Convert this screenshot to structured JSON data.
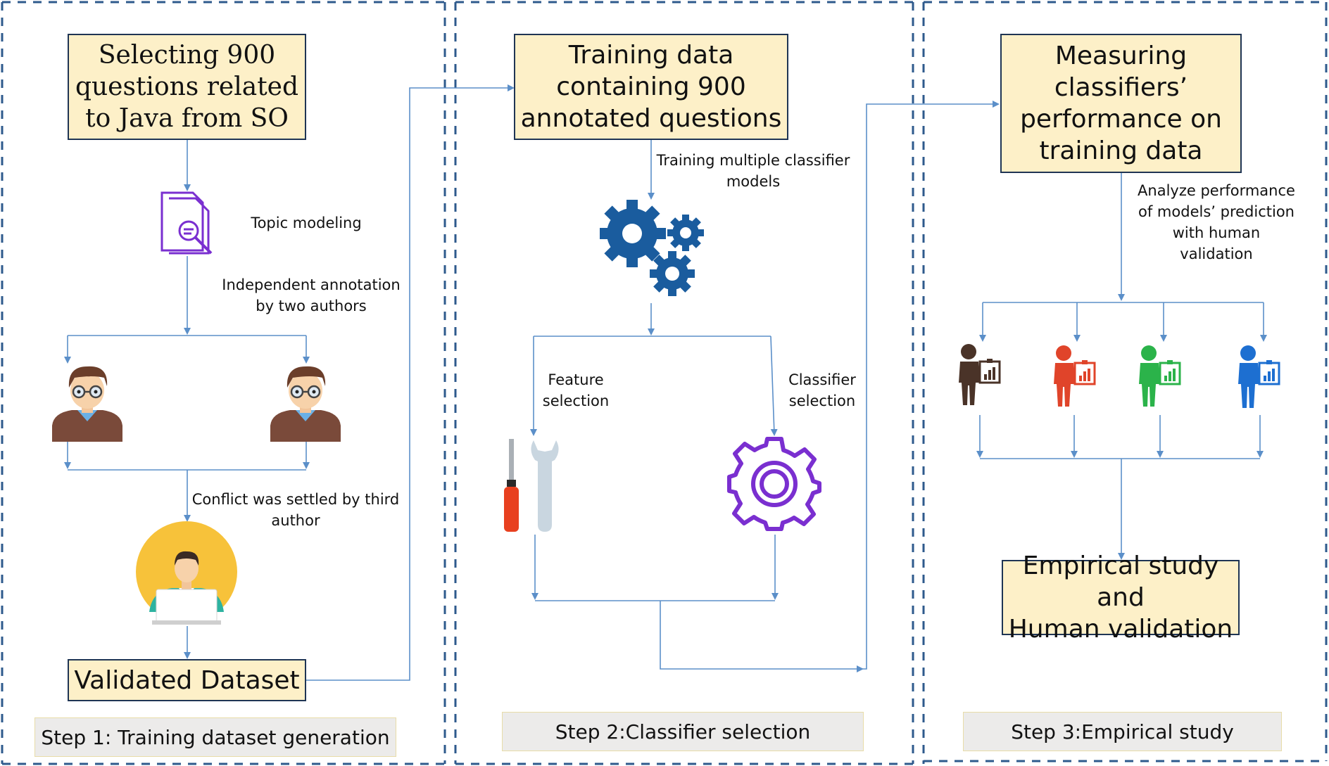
{
  "step1": {
    "source_box": "Selecting 900\nquestions related\nto Java from SO",
    "topic_label": "Topic modeling",
    "annotation_label": "Independent annotation\nby two authors",
    "conflict_label": "Conflict was settled by third\nauthor",
    "validated_box": "Validated Dataset",
    "caption": "Step 1: Training dataset generation"
  },
  "step2": {
    "training_box": "Training data\ncontaining 900\nannotated questions",
    "training_label": "Training multiple classifier\nmodels",
    "feature_label": "Feature\nselection",
    "classifier_label": "Classifier\nselection",
    "caption": "Step 2:Classifier selection"
  },
  "step3": {
    "measure_box": "Measuring\nclassifiers’\nperformance on\ntraining data",
    "analyze_label": "Analyze performance\nof models’ prediction\nwith human\nvalidation",
    "empirical_box": "Empirical study and\nHuman validation",
    "caption": "Step 3:Empirical study"
  },
  "colors": {
    "box_fill": "#fdf0c8",
    "box_border": "#1f3554",
    "arrow": "#5b8fc9",
    "dashed_border": "#2e5a8c",
    "gear_blue": "#1a5c9e",
    "purple": "#7a2fd0",
    "person_red": "#e0442a",
    "person_green": "#2bb34a",
    "person_blue": "#1d6fd1",
    "person_brown": "#4a3328"
  },
  "icons": [
    "document-search-icon",
    "developer-icon",
    "developer-icon",
    "annotator-laptop-icon",
    "gears-icon",
    "tools-icon",
    "settings-gear-icon",
    "presenter-brown-icon",
    "presenter-red-icon",
    "presenter-green-icon",
    "presenter-blue-icon"
  ]
}
